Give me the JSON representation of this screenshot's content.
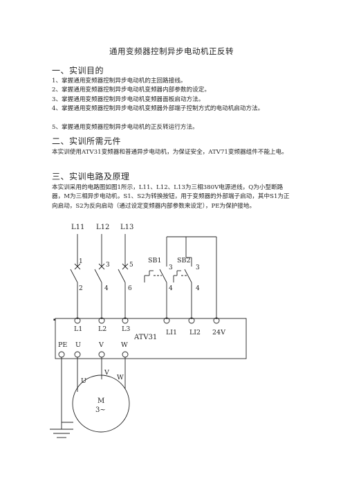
{
  "title": "通用变频器控制异步电动机正反转",
  "sections": [
    {
      "heading": "一、实训目的",
      "paragraphs": [
        "1、掌握通用变频器控制异步电动机的主回路接线。",
        "2、掌握通用变频器控制异步电动机变频器内部参数的设定。",
        "3、掌握通用变频器控制异步电动机变频器面板启动方法。",
        "4、掌握通用变频器控制异步电动机变频器外部端子控制方式的电动机启动方法。",
        "5、掌握通用变频器控制异步电动机的正反转运行方法。"
      ]
    },
    {
      "heading": "二、实训所需元件",
      "paragraphs": [
        "本实训使用ATV31变频器和普通异步电动机，为保证安全，ATV71变频器组件不能上电。"
      ]
    },
    {
      "heading": "三、实训电路及原理",
      "paragraphs": [
        "本实训采用的电路图如图1所示，L11、L12、L13为三相380V电源进线，Q为小型断路器，M为三相异步电动机，S1、S2为转换按钮，用于变频器的外部端子启动，其中S1为正向启动，S2为反向启动（通过设定变频器内部参数来设定），PE为保护接地。"
      ]
    }
  ],
  "diagram": {
    "supply": [
      "L11",
      "L12",
      "L13"
    ],
    "breaker_upper": [
      "1",
      "3",
      "5"
    ],
    "breaker_lower": [
      "2",
      "4",
      "6"
    ],
    "buttons": [
      "SB1",
      "SB2"
    ],
    "button_upper": [
      "3",
      "3"
    ],
    "button_lower": [
      "4",
      "4"
    ],
    "inverter_inputs": [
      "L1",
      "L2",
      "L3"
    ],
    "inverter_logic": [
      "LI1",
      "LI2",
      "24V"
    ],
    "inverter_name": "ATV31",
    "inverter_outputs": [
      "PE",
      "U",
      "V",
      "W"
    ],
    "motor_phases": [
      "U",
      "V",
      "W"
    ],
    "motor_label": [
      "M",
      "3~"
    ]
  }
}
